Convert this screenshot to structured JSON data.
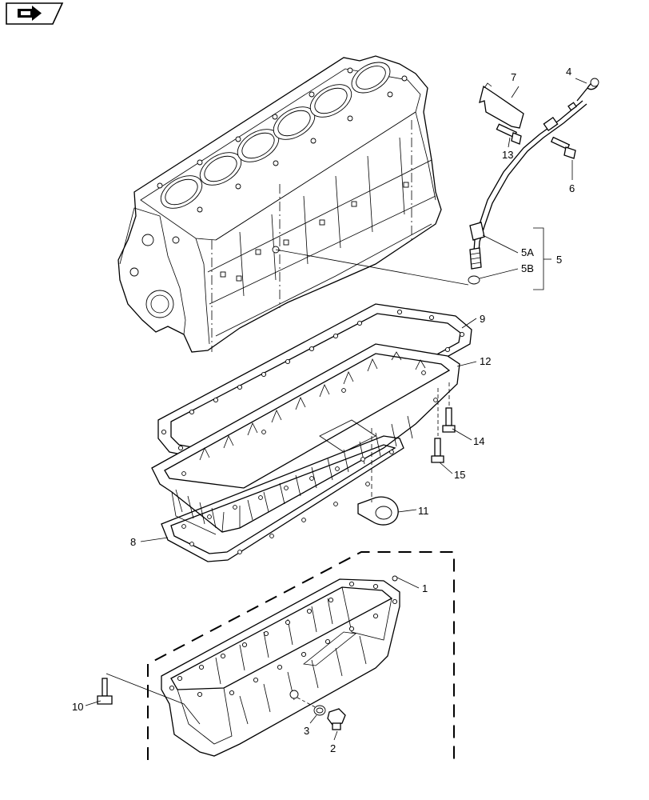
{
  "nav": {
    "icon": "back-arrow-icon"
  },
  "callouts": {
    "c1": "1",
    "c2": "2",
    "c3": "3",
    "c4": "4",
    "c5": "5",
    "c5a": "5A",
    "c5b": "5B",
    "c6": "6",
    "c7": "7",
    "c8": "8",
    "c9": "9",
    "c10": "10",
    "c11": "11",
    "c12": "12",
    "c13": "13",
    "c14": "14",
    "c15": "15"
  }
}
